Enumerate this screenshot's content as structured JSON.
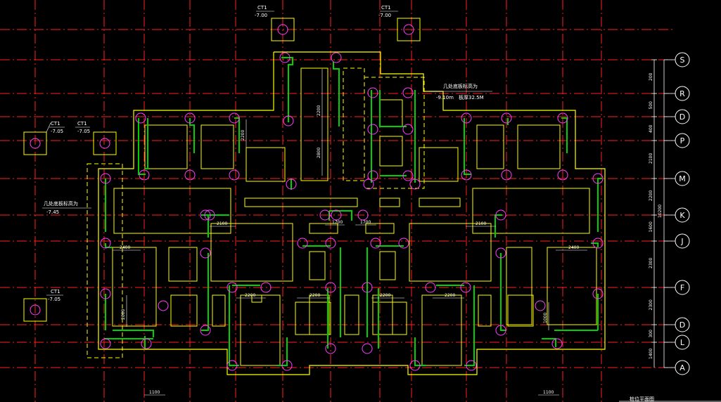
{
  "grid_bubbles": [
    "S",
    "R",
    "D",
    "P",
    "M",
    "K",
    "J",
    "F",
    "D",
    "L",
    "A"
  ],
  "right_dims": [
    "200",
    "500",
    "400",
    "2100",
    "2200",
    "1600",
    "2300",
    "2300",
    "300",
    "1400"
  ],
  "right_total": "10200",
  "pit_labels": {
    "tl1": "CT1",
    "tl1_val": "-7.05",
    "tl2": "CT1",
    "tl2_val": "-7.05",
    "bl": "CT1",
    "bl_val": "-7.05",
    "t1": "CT1",
    "t1_val": "-7.00",
    "t2": "CT1",
    "t2_val": "-7.00"
  },
  "notes": {
    "left_note": "几处底板标高为",
    "left_val": "-7.45",
    "top_note": "几处底板标高为",
    "top_val": "-9.10m",
    "top_val2": "板厚32.5M"
  },
  "inner_dims": {
    "d2100a": "2100",
    "d2100b": "2100",
    "d1700a": "1700",
    "d1700b": "1700",
    "d2400a": "2400",
    "d2400b": "2400",
    "d2200a": "2200",
    "d2200b": "2200",
    "d2200c": "2200",
    "d2200d": "2200",
    "d2200e": "2200",
    "d2800": "2800",
    "d2200v": "2200",
    "d2000": "2000",
    "d1000": "1000",
    "d1100a": "1100",
    "d1100b": "1100"
  },
  "title_block": "桩位平面图",
  "colors": {
    "grid": "#ff2020",
    "wall": "#ffff00",
    "rebar": "#00d000",
    "bubble": "#ff40ff",
    "text": "#ffffff"
  }
}
